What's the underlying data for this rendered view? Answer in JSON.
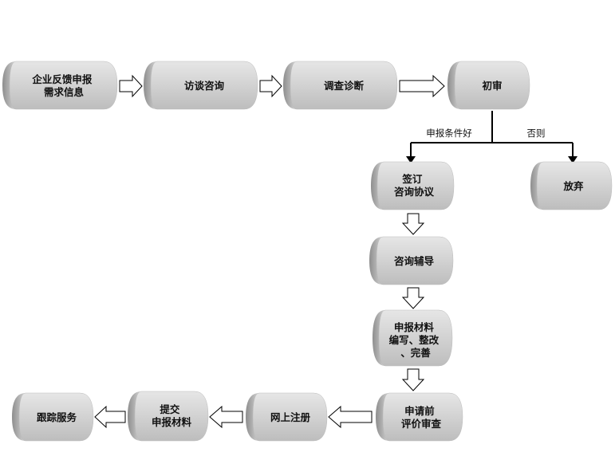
{
  "nodes": {
    "start": {
      "lines": [
        "企业反馈申报",
        "需求信息"
      ]
    },
    "interview": {
      "lines": [
        "访谈咨询"
      ]
    },
    "diagnosis": {
      "lines": [
        "调查诊断"
      ]
    },
    "review": {
      "lines": [
        "初审"
      ]
    },
    "sign": {
      "lines": [
        "签订",
        "咨询协议"
      ]
    },
    "abandon": {
      "lines": [
        "放弃"
      ]
    },
    "guidance": {
      "lines": [
        "咨询辅导"
      ]
    },
    "materials": {
      "lines": [
        "申报材料",
        "编写、整改",
        "、完善"
      ]
    },
    "pre_eval": {
      "lines": [
        "申请前",
        "评价审查"
      ]
    },
    "register": {
      "lines": [
        "网上注册"
      ]
    },
    "submit": {
      "lines": [
        "提交",
        "申报材料"
      ]
    },
    "tracking": {
      "lines": [
        "跟踪服务"
      ]
    }
  },
  "edges": {
    "condition_ok": "申报条件好",
    "condition_else": "否则"
  },
  "colors": {
    "node_light": "#f7f7f7",
    "node_mid": "#dcdcdc",
    "node_dark": "#a8a8a8",
    "arrow_fill": "#ffffff",
    "line": "#000000"
  }
}
